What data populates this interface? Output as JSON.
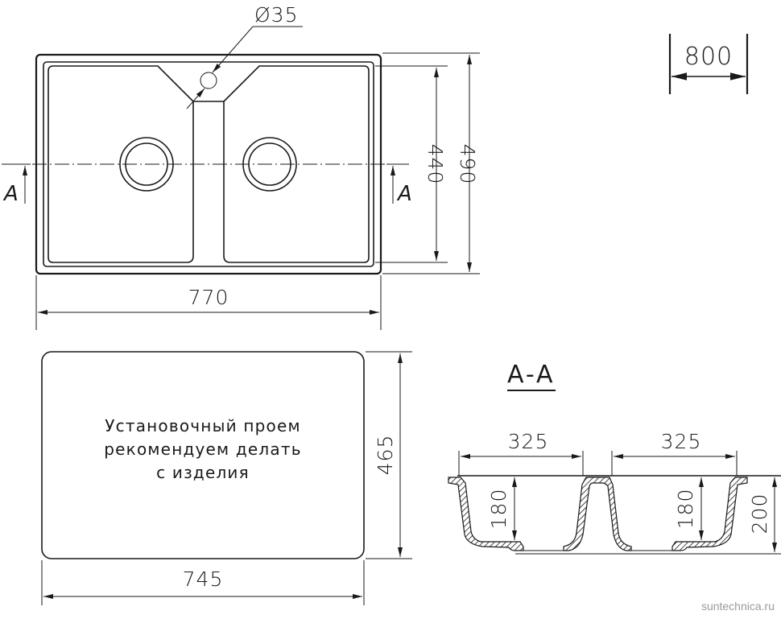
{
  "drawing": {
    "type": "technical drawing — double bowl kitchen sink",
    "top_view": {
      "tap_hole_diameter": "Ø35",
      "overall_width": "770",
      "overall_depth": "490",
      "bowl_depth_dim": "440",
      "section_marker_left": "A",
      "section_marker_right": "A"
    },
    "cabinet": {
      "min_cabinet_width": "800"
    },
    "cutout_view": {
      "width": "745",
      "height": "465",
      "note_lines": [
        "Установочный проем",
        "рекомендуем делать",
        "с изделия"
      ]
    },
    "section_view": {
      "title": "A-A",
      "left_bowl_width": "325",
      "right_bowl_width": "325",
      "left_bowl_depth": "180",
      "right_bowl_depth": "180",
      "overall_height": "200"
    },
    "watermark": "suntechnica.ru",
    "colors": {
      "line": "#1a1a1a",
      "watermark": "#9a9a9a",
      "background": "#ffffff"
    }
  }
}
